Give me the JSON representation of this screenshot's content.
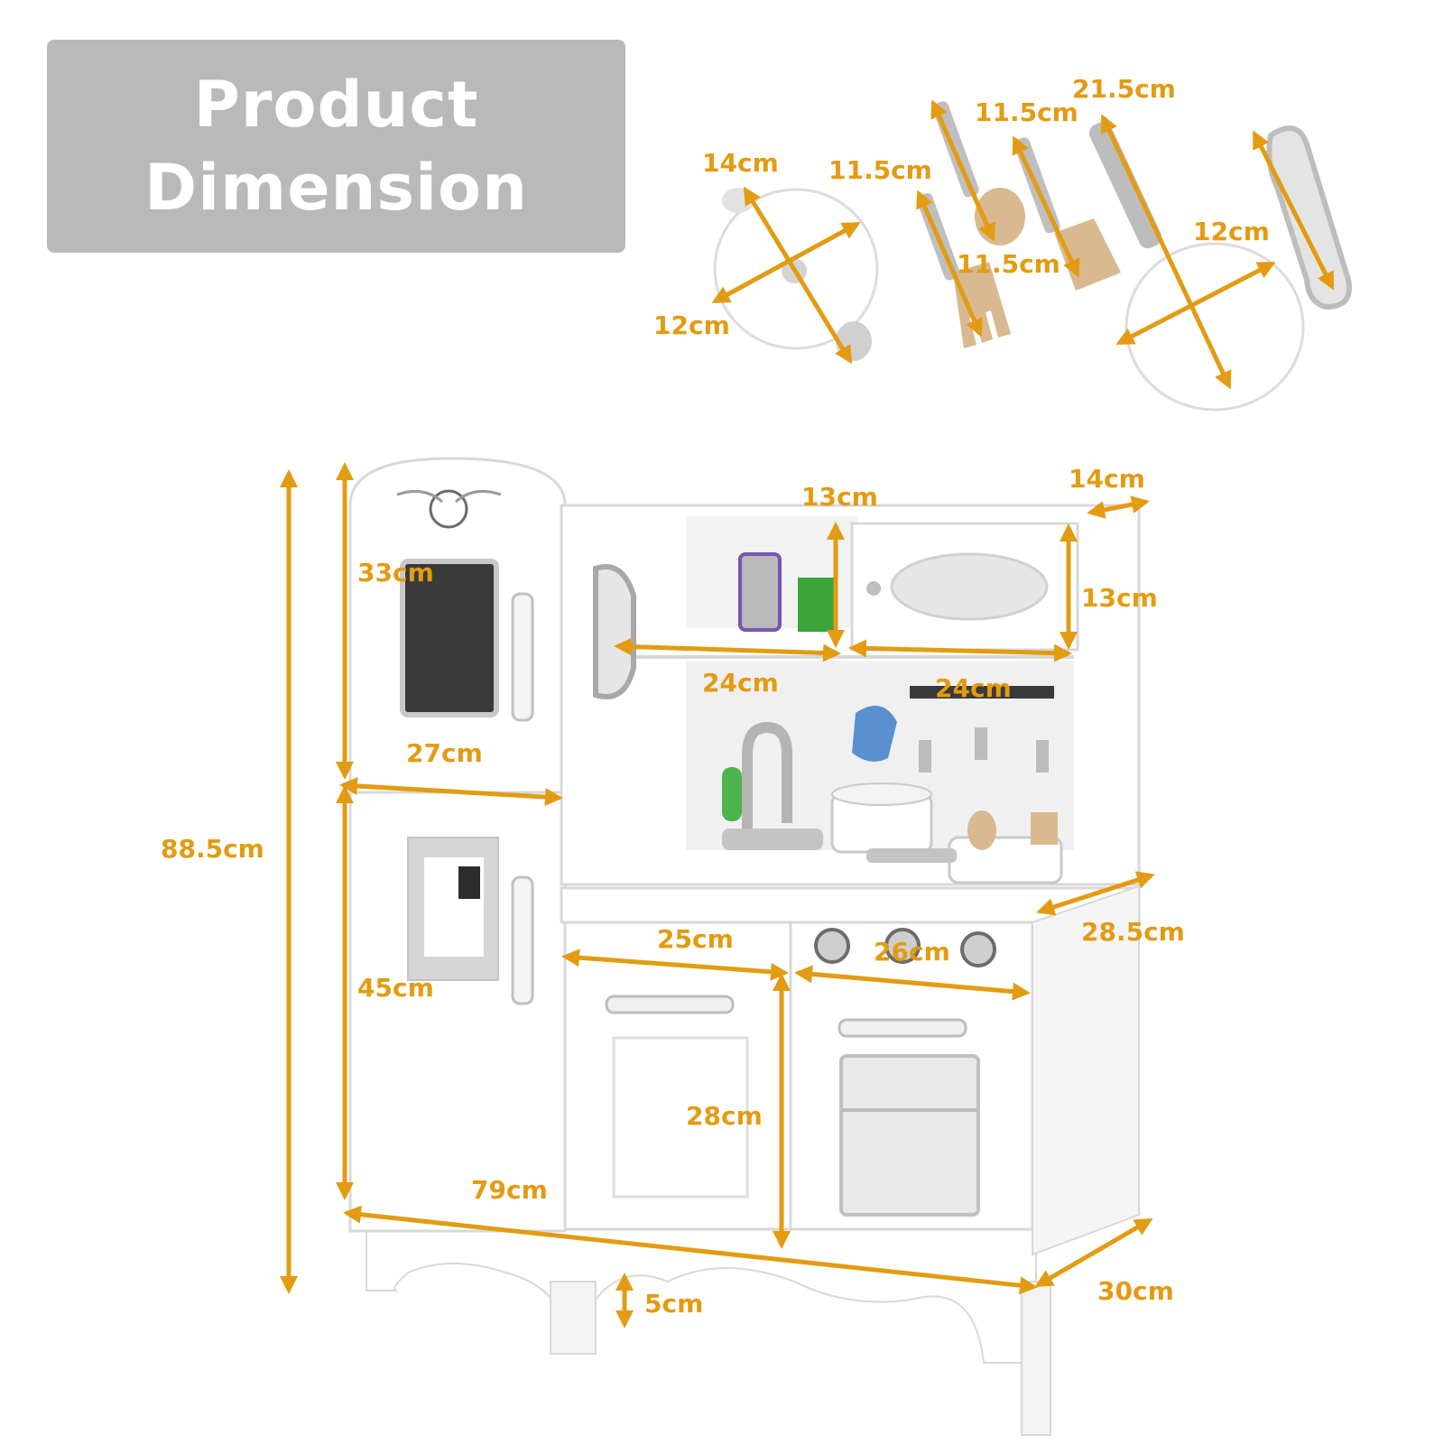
{
  "title": {
    "line1": "Product",
    "line2": "Dimension"
  },
  "colors": {
    "dimension": "#e39b12",
    "title_bg": "#b9b9b9",
    "title_text": "#ffffff",
    "product_body": "#ffffff",
    "product_outline": "#d9d9d9"
  },
  "accessories": {
    "pot_length": "14cm",
    "pot_width": "12cm",
    "fork_length": "11.5cm",
    "spoon_length": "11.5cm",
    "spatula_length": "11.5cm",
    "frying_pan_length": "21.5cm",
    "frying_pan_width": "12cm"
  },
  "kitchen": {
    "total_height": "88.5cm",
    "upper_fridge_height": "33cm",
    "fridge_width": "27cm",
    "lower_fridge_height": "45cm",
    "total_width": "79cm",
    "leg_height": "5cm",
    "depth": "30cm",
    "shelf_height": "13cm",
    "shelf_width": "24cm",
    "microwave_height": "13cm",
    "microwave_width": "24cm",
    "top_depth": "14cm",
    "countertop_depth": "28.5cm",
    "cabinet_width": "25cm",
    "cabinet_height": "28cm",
    "oven_width": "26cm"
  }
}
